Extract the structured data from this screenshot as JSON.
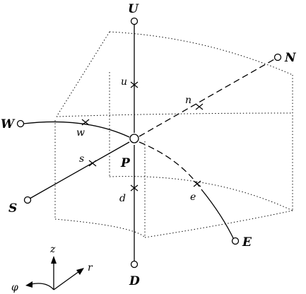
{
  "diagram": {
    "center_label": "P",
    "axis_end_labels": {
      "up": "U",
      "down": "D",
      "north": "N",
      "south": "S",
      "west": "W",
      "east": "E"
    },
    "point_labels": {
      "u": "u",
      "d": "d",
      "n": "n",
      "s": "s",
      "w": "w",
      "e": "e"
    },
    "coordinate_axes": {
      "z": "z",
      "r": "r",
      "phi": "φ"
    }
  }
}
